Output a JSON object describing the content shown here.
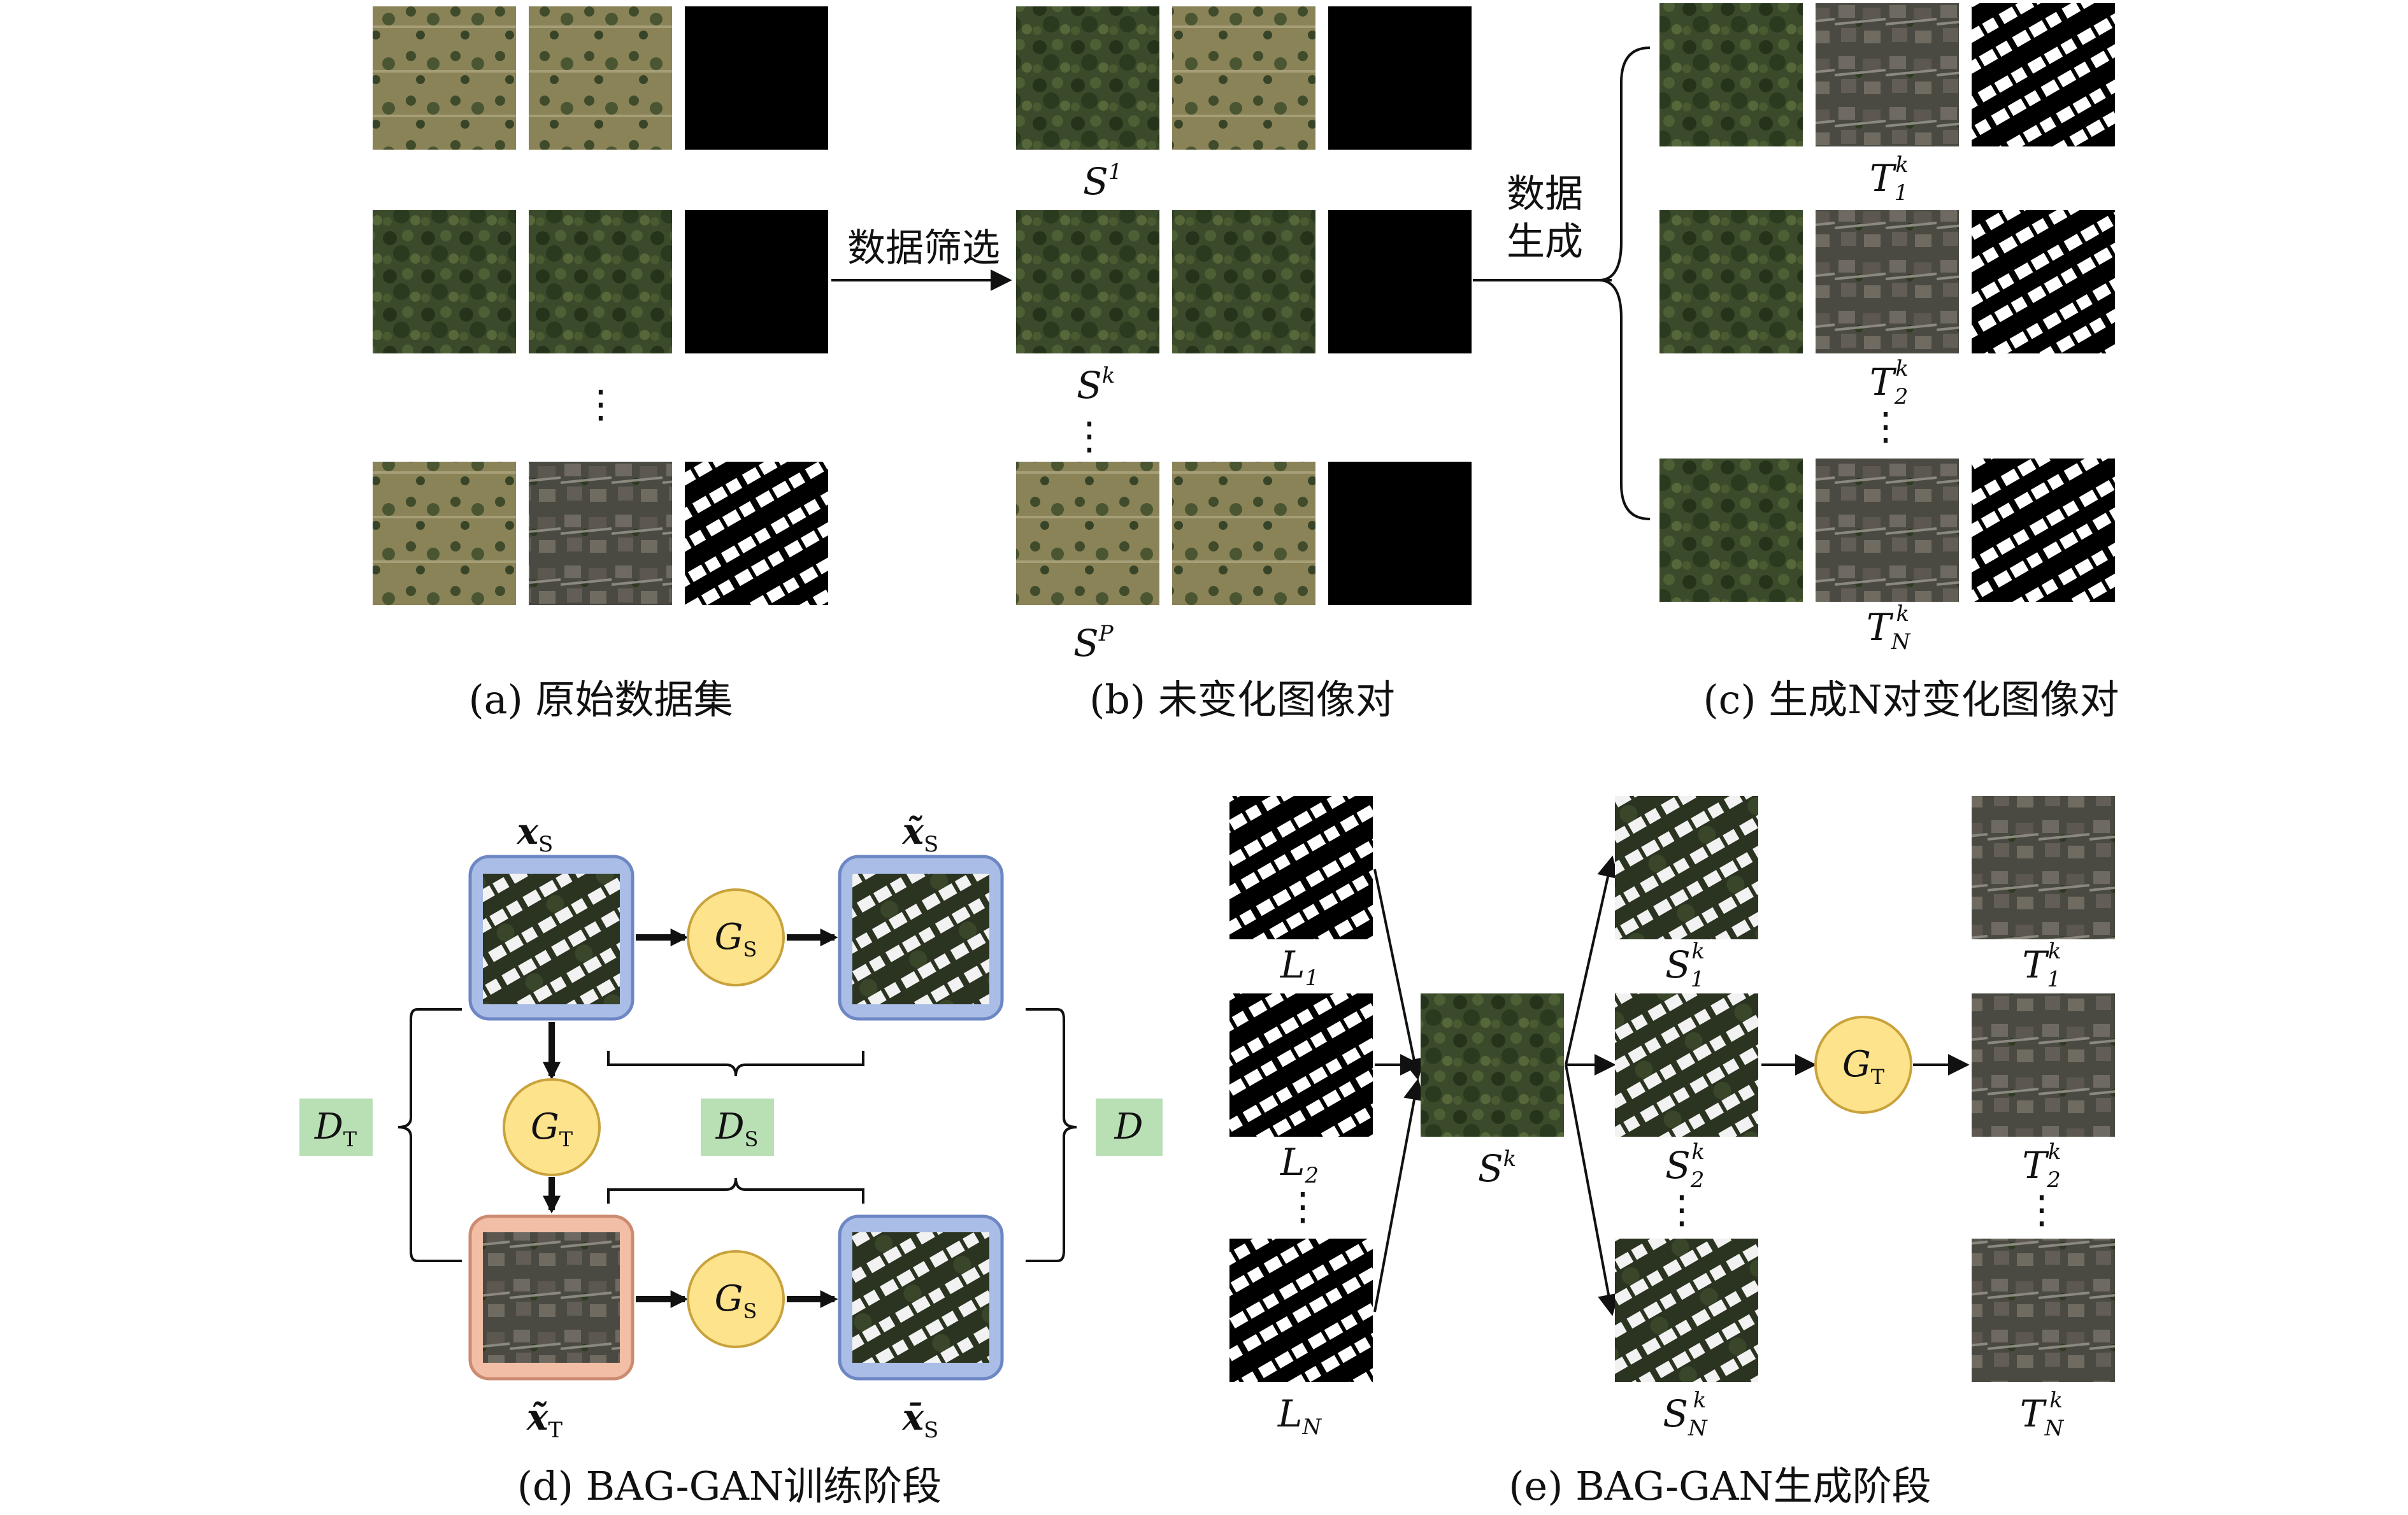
{
  "colors": {
    "aerial_green": "#3d4a2c",
    "aerial_dark": "#2e3a24",
    "mask_black": "#000000",
    "node_fill": "#fde38c",
    "node_stroke": "#c9a23c",
    "loss_box": "#b9e0b4",
    "frame_blue": "#a9bde6",
    "frame_blue_stroke": "#6d86c4",
    "frame_peach": "#f3bea6",
    "frame_peach_stroke": "#cc8b70"
  },
  "panel_a": {
    "caption": "(a) 原始数据集",
    "ellipsis": "⋮"
  },
  "panel_b": {
    "caption": "(b) 未变化图像对",
    "arrow_label": "数据筛选",
    "labels": {
      "s1": "S",
      "s1_sup": "1",
      "sk": "S",
      "sk_sup": "k",
      "sp": "S",
      "sp_sup": "P"
    },
    "ellipsis": "⋮"
  },
  "panel_c": {
    "caption": "(c) 生成N对变化图像对",
    "arrow_label_1": "数据",
    "arrow_label_2": "生成",
    "labels": {
      "t1": "T",
      "t1_sub": "1",
      "t1_sup": "k",
      "t2": "T",
      "t2_sub": "2",
      "t2_sup": "k",
      "tn": "T",
      "tn_sub": "N",
      "tn_sup": "k"
    },
    "ellipsis": "⋮"
  },
  "panel_d": {
    "caption": "(d) BAG-GAN训练阶段",
    "xs": "x",
    "xs_sub": "S",
    "xs_tilde": "x̃",
    "xs_tilde_sub": "S",
    "xt_tilde": "x̃",
    "xt_tilde_sub": "T",
    "xs_bar": "x̄",
    "xs_bar_sub": "S",
    "gs": "G",
    "gs_sub": "S",
    "gt": "G",
    "gt_sub": "T",
    "dt": "D",
    "dt_sub": "T",
    "ds": "D",
    "ds_sub": "S",
    "d": "D"
  },
  "panel_e": {
    "caption": "(e) BAG-GAN生成阶段",
    "l1": "L",
    "l1_sub": "1",
    "l2": "L",
    "l2_sub": "2",
    "ln": "L",
    "ln_sub": "N",
    "sk": "S",
    "sk_sup": "k",
    "s1": "S",
    "s1_sub": "1",
    "s1_sup": "k",
    "s2": "S",
    "s2_sub": "2",
    "s2_sup": "k",
    "sn": "S",
    "sn_sub": "N",
    "sn_sup": "k",
    "gt": "G",
    "gt_sub": "T",
    "t1": "T",
    "t1_sub": "1",
    "t1_sup": "k",
    "t2": "T",
    "t2_sub": "2",
    "t2_sup": "k",
    "tn": "T",
    "tn_sub": "N",
    "tn_sup": "k",
    "ellipsis": "⋮"
  }
}
